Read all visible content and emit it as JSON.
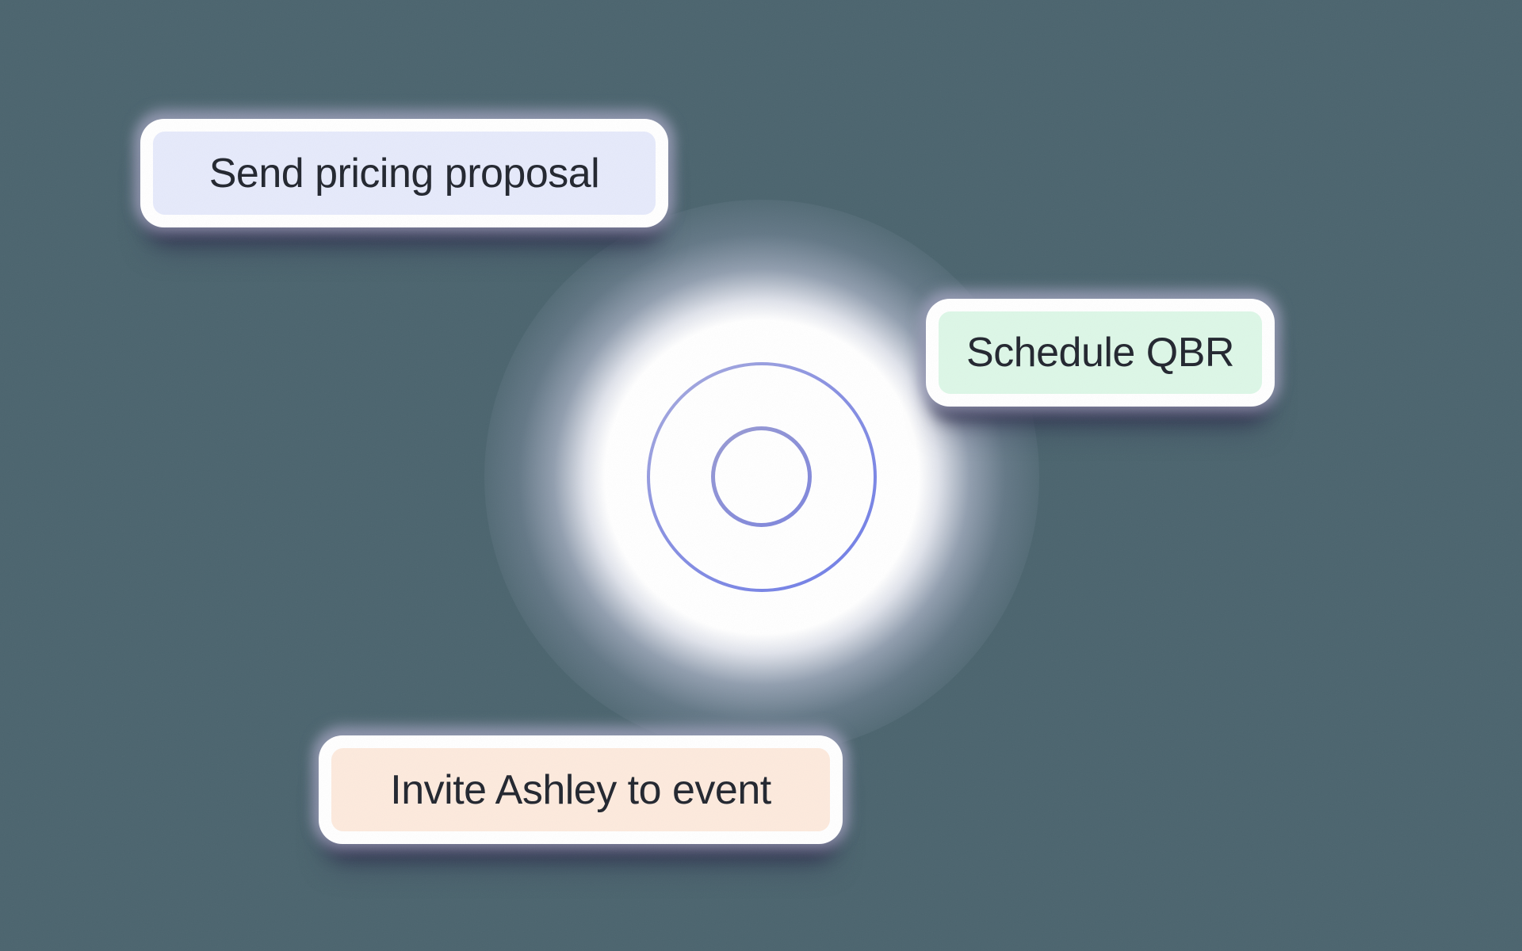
{
  "background": {
    "color": "#4b646e"
  },
  "chips": [
    {
      "label": "Send pricing proposal",
      "fill_color": "#e6eafb"
    },
    {
      "label": "Schedule QBR",
      "fill_color": "#ddf7e7"
    },
    {
      "label": "Invite Ashley to event",
      "fill_color": "#fdeadd"
    }
  ],
  "focus_ring": {
    "outer_ring_color": "#7f89e2",
    "inner_ring_color": "#8b90d6",
    "fill_color": "#ffffff"
  },
  "text_color": "#22262f"
}
